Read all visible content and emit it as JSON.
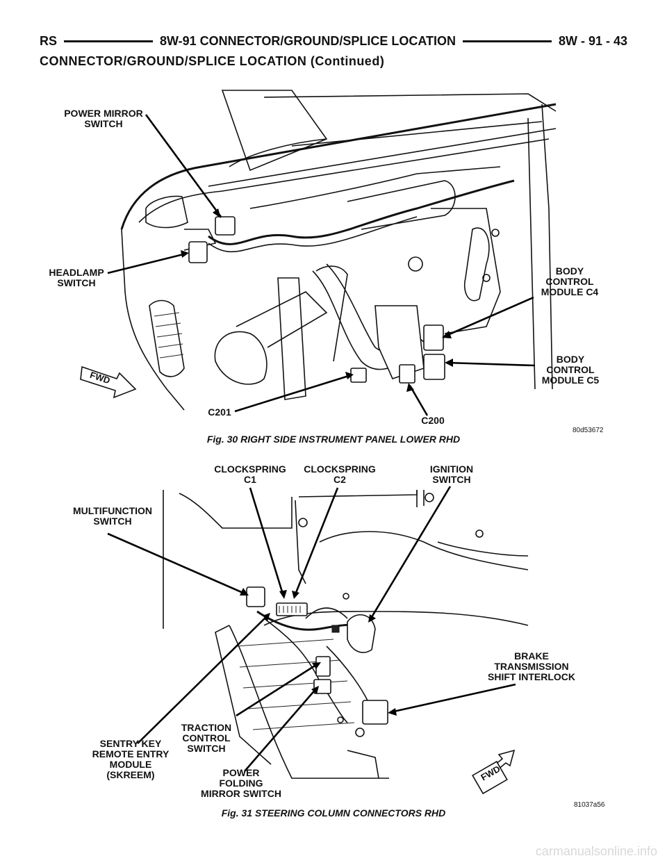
{
  "header": {
    "left": "RS",
    "center": "8W-91 CONNECTOR/GROUND/SPLICE LOCATION",
    "right": "8W - 91 - 43"
  },
  "subheader": "CONNECTOR/GROUND/SPLICE LOCATION (Continued)",
  "figure30": {
    "labels": {
      "power_mirror_switch": "POWER MIRROR\nSWITCH",
      "headlamp_switch": "HEADLAMP\nSWITCH",
      "bcm_c4": "BODY\nCONTROL\nMODULE C4",
      "bcm_c5": "BODY\nCONTROL\nMODULE C5",
      "c201": "C201",
      "c200": "C200",
      "fwd": "FWD"
    },
    "image_code": "80d53672",
    "caption": "Fig. 30 RIGHT SIDE INSTRUMENT PANEL LOWER RHD"
  },
  "figure31": {
    "labels": {
      "clockspring_c1": "CLOCKSPRING\nC1",
      "clockspring_c2": "CLOCKSPRING\nC2",
      "ignition_switch": "IGNITION\nSWITCH",
      "multifunction_switch": "MULTIFUNCTION\nSWITCH",
      "btsi": "BRAKE\nTRANSMISSION\nSHIFT INTERLOCK",
      "skreem": "SENTRY KEY\nREMOTE ENTRY\nMODULE\n(SKREEM)",
      "traction_control": "TRACTION\nCONTROL\nSWITCH",
      "power_folding": "POWER\nFOLDING\nMIRROR SWITCH",
      "fwd": "FWD"
    },
    "image_code": "81037a56",
    "caption": "Fig. 31 STEERING COLUMN CONNECTORS RHD"
  },
  "watermark": "carmanualsonline.info"
}
